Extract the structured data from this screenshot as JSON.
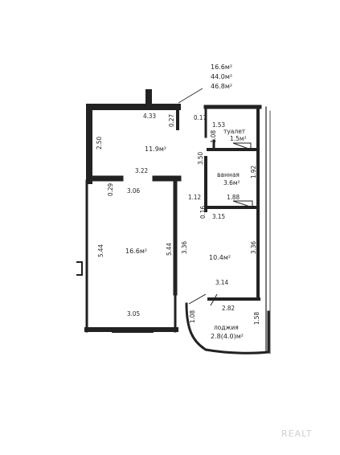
{
  "summary": {
    "living_area": "16.6м²",
    "total_area": "44.0м²",
    "total_with_loggia": "46.8м²"
  },
  "rooms": {
    "kitchen_area": "11.9м²",
    "living_room_area": "16.6м²",
    "hall_area": "10.4м²",
    "toilet_label": "туалет",
    "toilet_area": "1.5м²",
    "bathroom_label": "ванная",
    "bathroom_area": "3.6м²",
    "loggia_label": "лоджия",
    "loggia_area": "2.8(4.0)м²"
  },
  "dimensions": {
    "kitchen_width_top": "4.33",
    "kitchen_wall_right": "0.27",
    "kitchen_height_left": "2.50",
    "kitchen_width_bottom": "3.22",
    "partition_thickness": "0.29",
    "living_width_top": "3.06",
    "living_height_left": "5.44",
    "living_height_right": "5.44",
    "living_width_bottom": "3.05",
    "hall_height_left": "3.36",
    "hall_height_right": "3.36",
    "hall_width_top": "3.15",
    "hall_width_bottom": "3.14",
    "toilet_wall": "0.17",
    "toilet_width": "1.53",
    "toilet_height": "1.08",
    "corridor_height": "3.50",
    "bath_height": "1.92",
    "bath_gap": "1.12",
    "bath_width": "1.88",
    "bath_wall": "0.16",
    "loggia_width": "2.82",
    "loggia_left": "1.08",
    "loggia_right": "1.58"
  },
  "watermark": "REALT"
}
